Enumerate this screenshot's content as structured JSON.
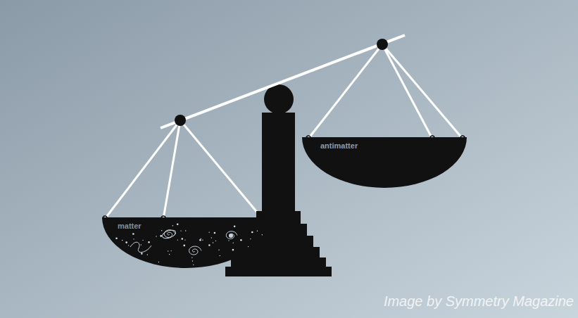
{
  "diagram": {
    "nodes": [
      {
        "text": [
          "matter"
        ]
      },
      {
        "text": [
          "antimatter"
        ]
      }
    ],
    "labels": [
      "Image by Symmetry Magazine"
    ]
  }
}
